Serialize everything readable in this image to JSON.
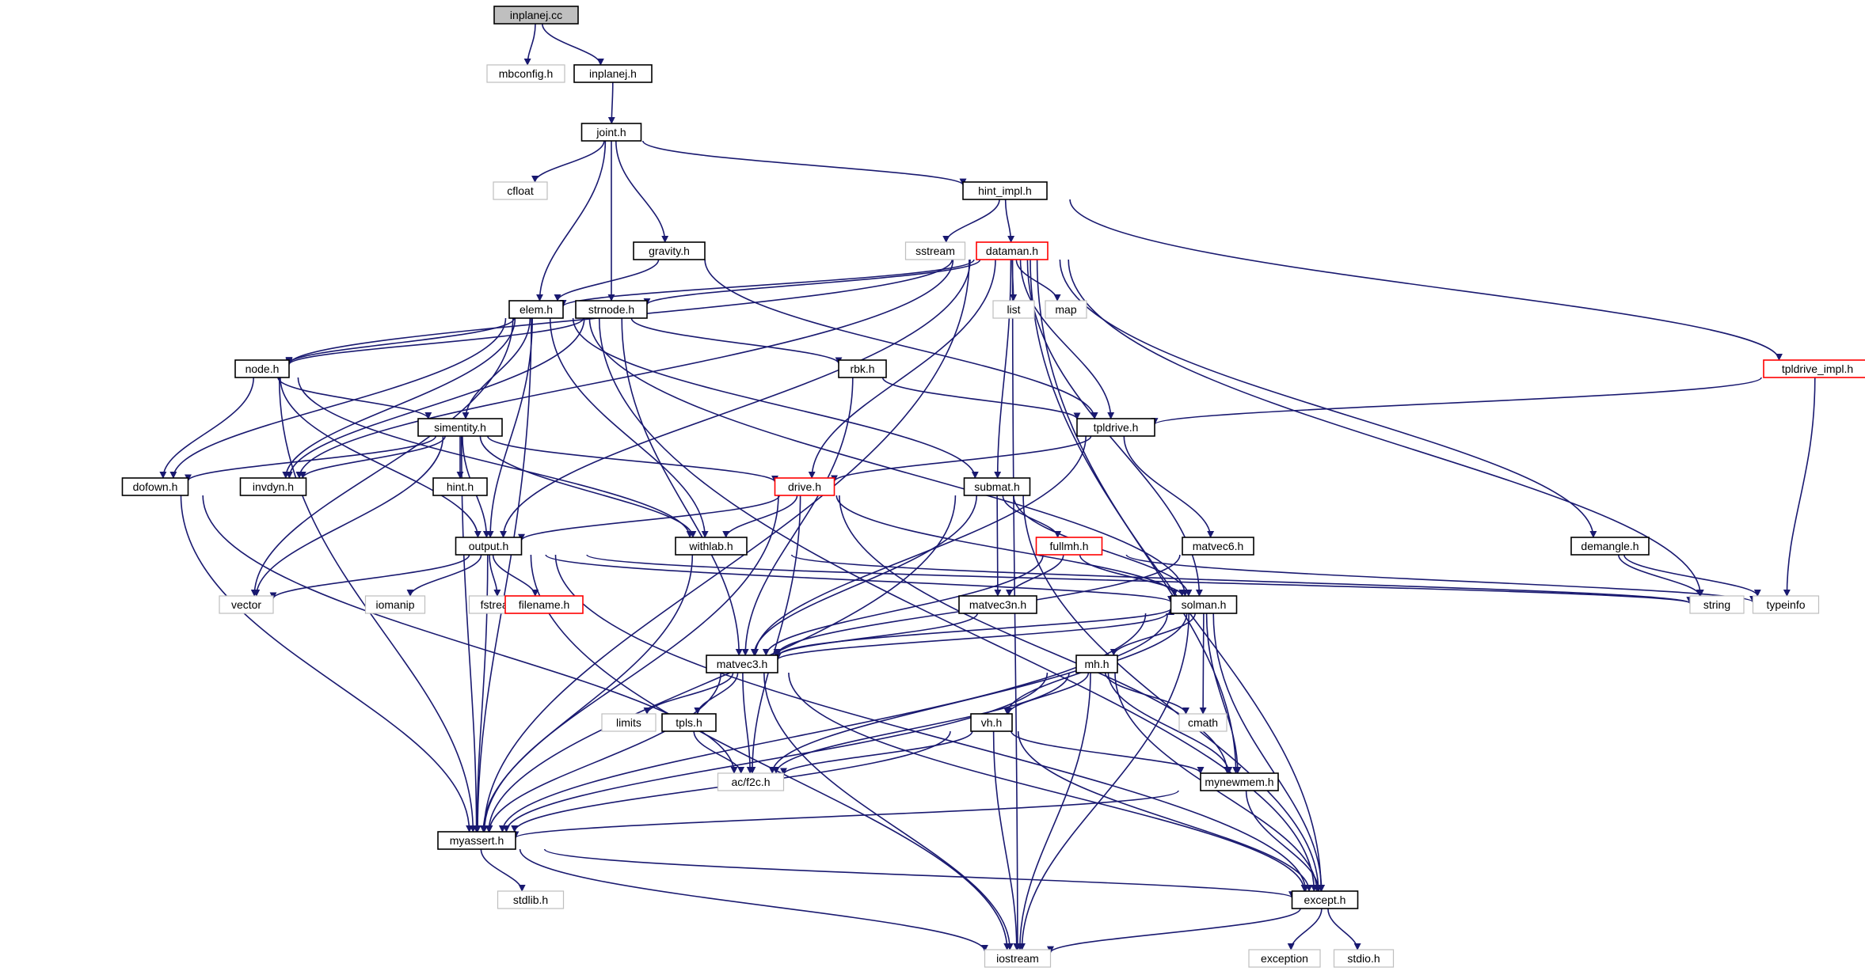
{
  "diagram": {
    "title": "inplanej.cc",
    "colors": {
      "edge": "#191970",
      "root_fill": "#bfbfbf",
      "root_border": "#000000",
      "node_border": "#000000",
      "truncated_border": "#ff0000",
      "system_border": "#bfbfbf",
      "text": "#000000"
    },
    "nodes": [
      {
        "id": "inplanej_cc",
        "label": "inplanej.cc",
        "kind": "root"
      },
      {
        "id": "mbconfig_h",
        "label": "mbconfig.h",
        "kind": "system"
      },
      {
        "id": "inplanej_h",
        "label": "inplanej.h",
        "kind": "normal"
      },
      {
        "id": "joint_h",
        "label": "joint.h",
        "kind": "normal"
      },
      {
        "id": "cfloat",
        "label": "cfloat",
        "kind": "system"
      },
      {
        "id": "hint_impl_h",
        "label": "hint_impl.h",
        "kind": "normal"
      },
      {
        "id": "gravity_h",
        "label": "gravity.h",
        "kind": "normal"
      },
      {
        "id": "sstream",
        "label": "sstream",
        "kind": "system"
      },
      {
        "id": "dataman_h",
        "label": "dataman.h",
        "kind": "truncated"
      },
      {
        "id": "elem_h",
        "label": "elem.h",
        "kind": "normal"
      },
      {
        "id": "strnode_h",
        "label": "strnode.h",
        "kind": "normal"
      },
      {
        "id": "list",
        "label": "list",
        "kind": "system"
      },
      {
        "id": "map",
        "label": "map",
        "kind": "system"
      },
      {
        "id": "tpldrive_impl_h",
        "label": "tpldrive_impl.h",
        "kind": "truncated"
      },
      {
        "id": "node_h",
        "label": "node.h",
        "kind": "normal"
      },
      {
        "id": "rbk_h",
        "label": "rbk.h",
        "kind": "normal"
      },
      {
        "id": "tpldrive_h",
        "label": "tpldrive.h",
        "kind": "normal"
      },
      {
        "id": "simentity_h",
        "label": "simentity.h",
        "kind": "normal"
      },
      {
        "id": "dofown_h",
        "label": "dofown.h",
        "kind": "normal"
      },
      {
        "id": "invdyn_h",
        "label": "invdyn.h",
        "kind": "normal"
      },
      {
        "id": "hint_h",
        "label": "hint.h",
        "kind": "normal"
      },
      {
        "id": "drive_h",
        "label": "drive.h",
        "kind": "truncated"
      },
      {
        "id": "submat_h",
        "label": "submat.h",
        "kind": "normal"
      },
      {
        "id": "output_h",
        "label": "output.h",
        "kind": "normal"
      },
      {
        "id": "withlab_h",
        "label": "withlab.h",
        "kind": "normal"
      },
      {
        "id": "fullmh_h",
        "label": "fullmh.h",
        "kind": "truncated"
      },
      {
        "id": "matvec6_h",
        "label": "matvec6.h",
        "kind": "normal"
      },
      {
        "id": "demangle_h",
        "label": "demangle.h",
        "kind": "normal"
      },
      {
        "id": "vector",
        "label": "vector",
        "kind": "system"
      },
      {
        "id": "iomanip",
        "label": "iomanip",
        "kind": "system"
      },
      {
        "id": "fstream",
        "label": "fstream",
        "kind": "system"
      },
      {
        "id": "filename_h",
        "label": "filename.h",
        "kind": "truncated"
      },
      {
        "id": "matvec3n_h",
        "label": "matvec3n.h",
        "kind": "normal"
      },
      {
        "id": "solman_h",
        "label": "solman.h",
        "kind": "normal"
      },
      {
        "id": "string",
        "label": "string",
        "kind": "system"
      },
      {
        "id": "typeinfo",
        "label": "typeinfo",
        "kind": "system"
      },
      {
        "id": "matvec3_h",
        "label": "matvec3.h",
        "kind": "normal"
      },
      {
        "id": "mh_h",
        "label": "mh.h",
        "kind": "normal"
      },
      {
        "id": "limits",
        "label": "limits",
        "kind": "system"
      },
      {
        "id": "tpls_h",
        "label": "tpls.h",
        "kind": "normal"
      },
      {
        "id": "vh_h",
        "label": "vh.h",
        "kind": "normal"
      },
      {
        "id": "cmath",
        "label": "cmath",
        "kind": "system"
      },
      {
        "id": "ac_f2c_h",
        "label": "ac/f2c.h",
        "kind": "system"
      },
      {
        "id": "mynewmem_h",
        "label": "mynewmem.h",
        "kind": "normal"
      },
      {
        "id": "myassert_h",
        "label": "myassert.h",
        "kind": "normal"
      },
      {
        "id": "except_h",
        "label": "except.h",
        "kind": "normal"
      },
      {
        "id": "stdlib_h",
        "label": "stdlib.h",
        "kind": "system"
      },
      {
        "id": "exception",
        "label": "exception",
        "kind": "system"
      },
      {
        "id": "stdio_h",
        "label": "stdio.h",
        "kind": "system"
      },
      {
        "id": "iostream",
        "label": "iostream",
        "kind": "system"
      }
    ],
    "edges": [
      [
        "inplanej_cc",
        "mbconfig_h"
      ],
      [
        "inplanej_cc",
        "inplanej_h"
      ],
      [
        "inplanej_h",
        "joint_h"
      ],
      [
        "joint_h",
        "cfloat"
      ],
      [
        "joint_h",
        "hint_impl_h"
      ],
      [
        "joint_h",
        "gravity_h"
      ],
      [
        "joint_h",
        "elem_h"
      ],
      [
        "joint_h",
        "strnode_h"
      ],
      [
        "hint_impl_h",
        "sstream"
      ],
      [
        "hint_impl_h",
        "dataman_h"
      ],
      [
        "hint_impl_h",
        "tpldrive_impl_h"
      ],
      [
        "gravity_h",
        "elem_h"
      ],
      [
        "gravity_h",
        "tpldrive_h"
      ],
      [
        "dataman_h",
        "elem_h"
      ],
      [
        "dataman_h",
        "strnode_h"
      ],
      [
        "dataman_h",
        "list"
      ],
      [
        "dataman_h",
        "map"
      ],
      [
        "dataman_h",
        "node_h"
      ],
      [
        "dataman_h",
        "invdyn_h"
      ],
      [
        "dataman_h",
        "drive_h"
      ],
      [
        "dataman_h",
        "submat_h"
      ],
      [
        "dataman_h",
        "tpldrive_h"
      ],
      [
        "dataman_h",
        "output_h"
      ],
      [
        "dataman_h",
        "solman_h"
      ],
      [
        "dataman_h",
        "mynewmem_h"
      ],
      [
        "dataman_h",
        "except_h"
      ],
      [
        "dataman_h",
        "string"
      ],
      [
        "dataman_h",
        "demangle_h"
      ],
      [
        "dataman_h",
        "myassert_h"
      ],
      [
        "dataman_h",
        "iostream"
      ],
      [
        "elem_h",
        "node_h"
      ],
      [
        "elem_h",
        "simentity_h"
      ],
      [
        "elem_h",
        "dofown_h"
      ],
      [
        "elem_h",
        "invdyn_h"
      ],
      [
        "elem_h",
        "output_h"
      ],
      [
        "elem_h",
        "withlab_h"
      ],
      [
        "elem_h",
        "submat_h"
      ],
      [
        "elem_h",
        "vector"
      ],
      [
        "elem_h",
        "myassert_h"
      ],
      [
        "elem_h",
        "solman_h"
      ],
      [
        "elem_h",
        "except_h"
      ],
      [
        "strnode_h",
        "node_h"
      ],
      [
        "strnode_h",
        "rbk_h"
      ],
      [
        "strnode_h",
        "matvec3_h"
      ],
      [
        "strnode_h",
        "invdyn_h"
      ],
      [
        "node_h",
        "simentity_h"
      ],
      [
        "node_h",
        "dofown_h"
      ],
      [
        "node_h",
        "output_h"
      ],
      [
        "node_h",
        "withlab_h"
      ],
      [
        "node_h",
        "myassert_h"
      ],
      [
        "rbk_h",
        "tpldrive_h"
      ],
      [
        "rbk_h",
        "matvec3_h"
      ],
      [
        "tpldrive_impl_h",
        "tpldrive_h"
      ],
      [
        "tpldrive_impl_h",
        "typeinfo"
      ],
      [
        "tpldrive_h",
        "drive_h"
      ],
      [
        "tpldrive_h",
        "matvec6_h"
      ],
      [
        "tpldrive_h",
        "matvec3_h"
      ],
      [
        "simentity_h",
        "dofown_h"
      ],
      [
        "simentity_h",
        "invdyn_h"
      ],
      [
        "simentity_h",
        "hint_h"
      ],
      [
        "simentity_h",
        "drive_h"
      ],
      [
        "simentity_h",
        "output_h"
      ],
      [
        "simentity_h",
        "withlab_h"
      ],
      [
        "simentity_h",
        "vector"
      ],
      [
        "simentity_h",
        "myassert_h"
      ],
      [
        "dofown_h",
        "myassert_h"
      ],
      [
        "dofown_h",
        "ac_f2c_h"
      ],
      [
        "drive_h",
        "output_h"
      ],
      [
        "drive_h",
        "withlab_h"
      ],
      [
        "drive_h",
        "solman_h"
      ],
      [
        "drive_h",
        "mynewmem_h"
      ],
      [
        "drive_h",
        "ac_f2c_h"
      ],
      [
        "drive_h",
        "myassert_h"
      ],
      [
        "submat_h",
        "fullmh_h"
      ],
      [
        "submat_h",
        "matvec3n_h"
      ],
      [
        "submat_h",
        "solman_h"
      ],
      [
        "submat_h",
        "matvec3_h"
      ],
      [
        "submat_h",
        "myassert_h"
      ],
      [
        "submat_h",
        "except_h"
      ],
      [
        "output_h",
        "vector"
      ],
      [
        "output_h",
        "iomanip"
      ],
      [
        "output_h",
        "fstream"
      ],
      [
        "output_h",
        "filename_h"
      ],
      [
        "output_h",
        "solman_h"
      ],
      [
        "output_h",
        "string"
      ],
      [
        "output_h",
        "myassert_h"
      ],
      [
        "output_h",
        "except_h"
      ],
      [
        "output_h",
        "iostream"
      ],
      [
        "withlab_h",
        "string"
      ],
      [
        "withlab_h",
        "myassert_h"
      ],
      [
        "fullmh_h",
        "matvec3n_h"
      ],
      [
        "fullmh_h",
        "solman_h"
      ],
      [
        "fullmh_h",
        "matvec3_h"
      ],
      [
        "fullmh_h",
        "typeinfo"
      ],
      [
        "matvec6_h",
        "matvec3_h"
      ],
      [
        "demangle_h",
        "string"
      ],
      [
        "demangle_h",
        "typeinfo"
      ],
      [
        "matvec3n_h",
        "matvec3_h"
      ],
      [
        "solman_h",
        "matvec3_h"
      ],
      [
        "solman_h",
        "mh_h"
      ],
      [
        "solman_h",
        "vh_h"
      ],
      [
        "solman_h",
        "cmath"
      ],
      [
        "solman_h",
        "mynewmem_h"
      ],
      [
        "solman_h",
        "except_h"
      ],
      [
        "solman_h",
        "myassert_h"
      ],
      [
        "solman_h",
        "iostream"
      ],
      [
        "solman_h",
        "ac_f2c_h"
      ],
      [
        "matvec3_h",
        "solman_h"
      ],
      [
        "matvec3_h",
        "limits"
      ],
      [
        "matvec3_h",
        "tpls_h"
      ],
      [
        "matvec3_h",
        "ac_f2c_h"
      ],
      [
        "matvec3_h",
        "myassert_h"
      ],
      [
        "matvec3_h",
        "except_h"
      ],
      [
        "matvec3_h",
        "iostream"
      ],
      [
        "mh_h",
        "vh_h"
      ],
      [
        "mh_h",
        "cmath"
      ],
      [
        "mh_h",
        "mynewmem_h"
      ],
      [
        "mh_h",
        "except_h"
      ],
      [
        "mh_h",
        "myassert_h"
      ],
      [
        "mh_h",
        "iostream"
      ],
      [
        "mh_h",
        "ac_f2c_h"
      ],
      [
        "tpls_h",
        "ac_f2c_h"
      ],
      [
        "vh_h",
        "ac_f2c_h"
      ],
      [
        "vh_h",
        "mynewmem_h"
      ],
      [
        "vh_h",
        "myassert_h"
      ],
      [
        "vh_h",
        "except_h"
      ],
      [
        "vh_h",
        "iostream"
      ],
      [
        "mynewmem_h",
        "myassert_h"
      ],
      [
        "mynewmem_h",
        "except_h"
      ],
      [
        "myassert_h",
        "stdlib_h"
      ],
      [
        "myassert_h",
        "except_h"
      ],
      [
        "myassert_h",
        "iostream"
      ],
      [
        "except_h",
        "exception"
      ],
      [
        "except_h",
        "stdio_h"
      ],
      [
        "except_h",
        "iostream"
      ]
    ]
  }
}
